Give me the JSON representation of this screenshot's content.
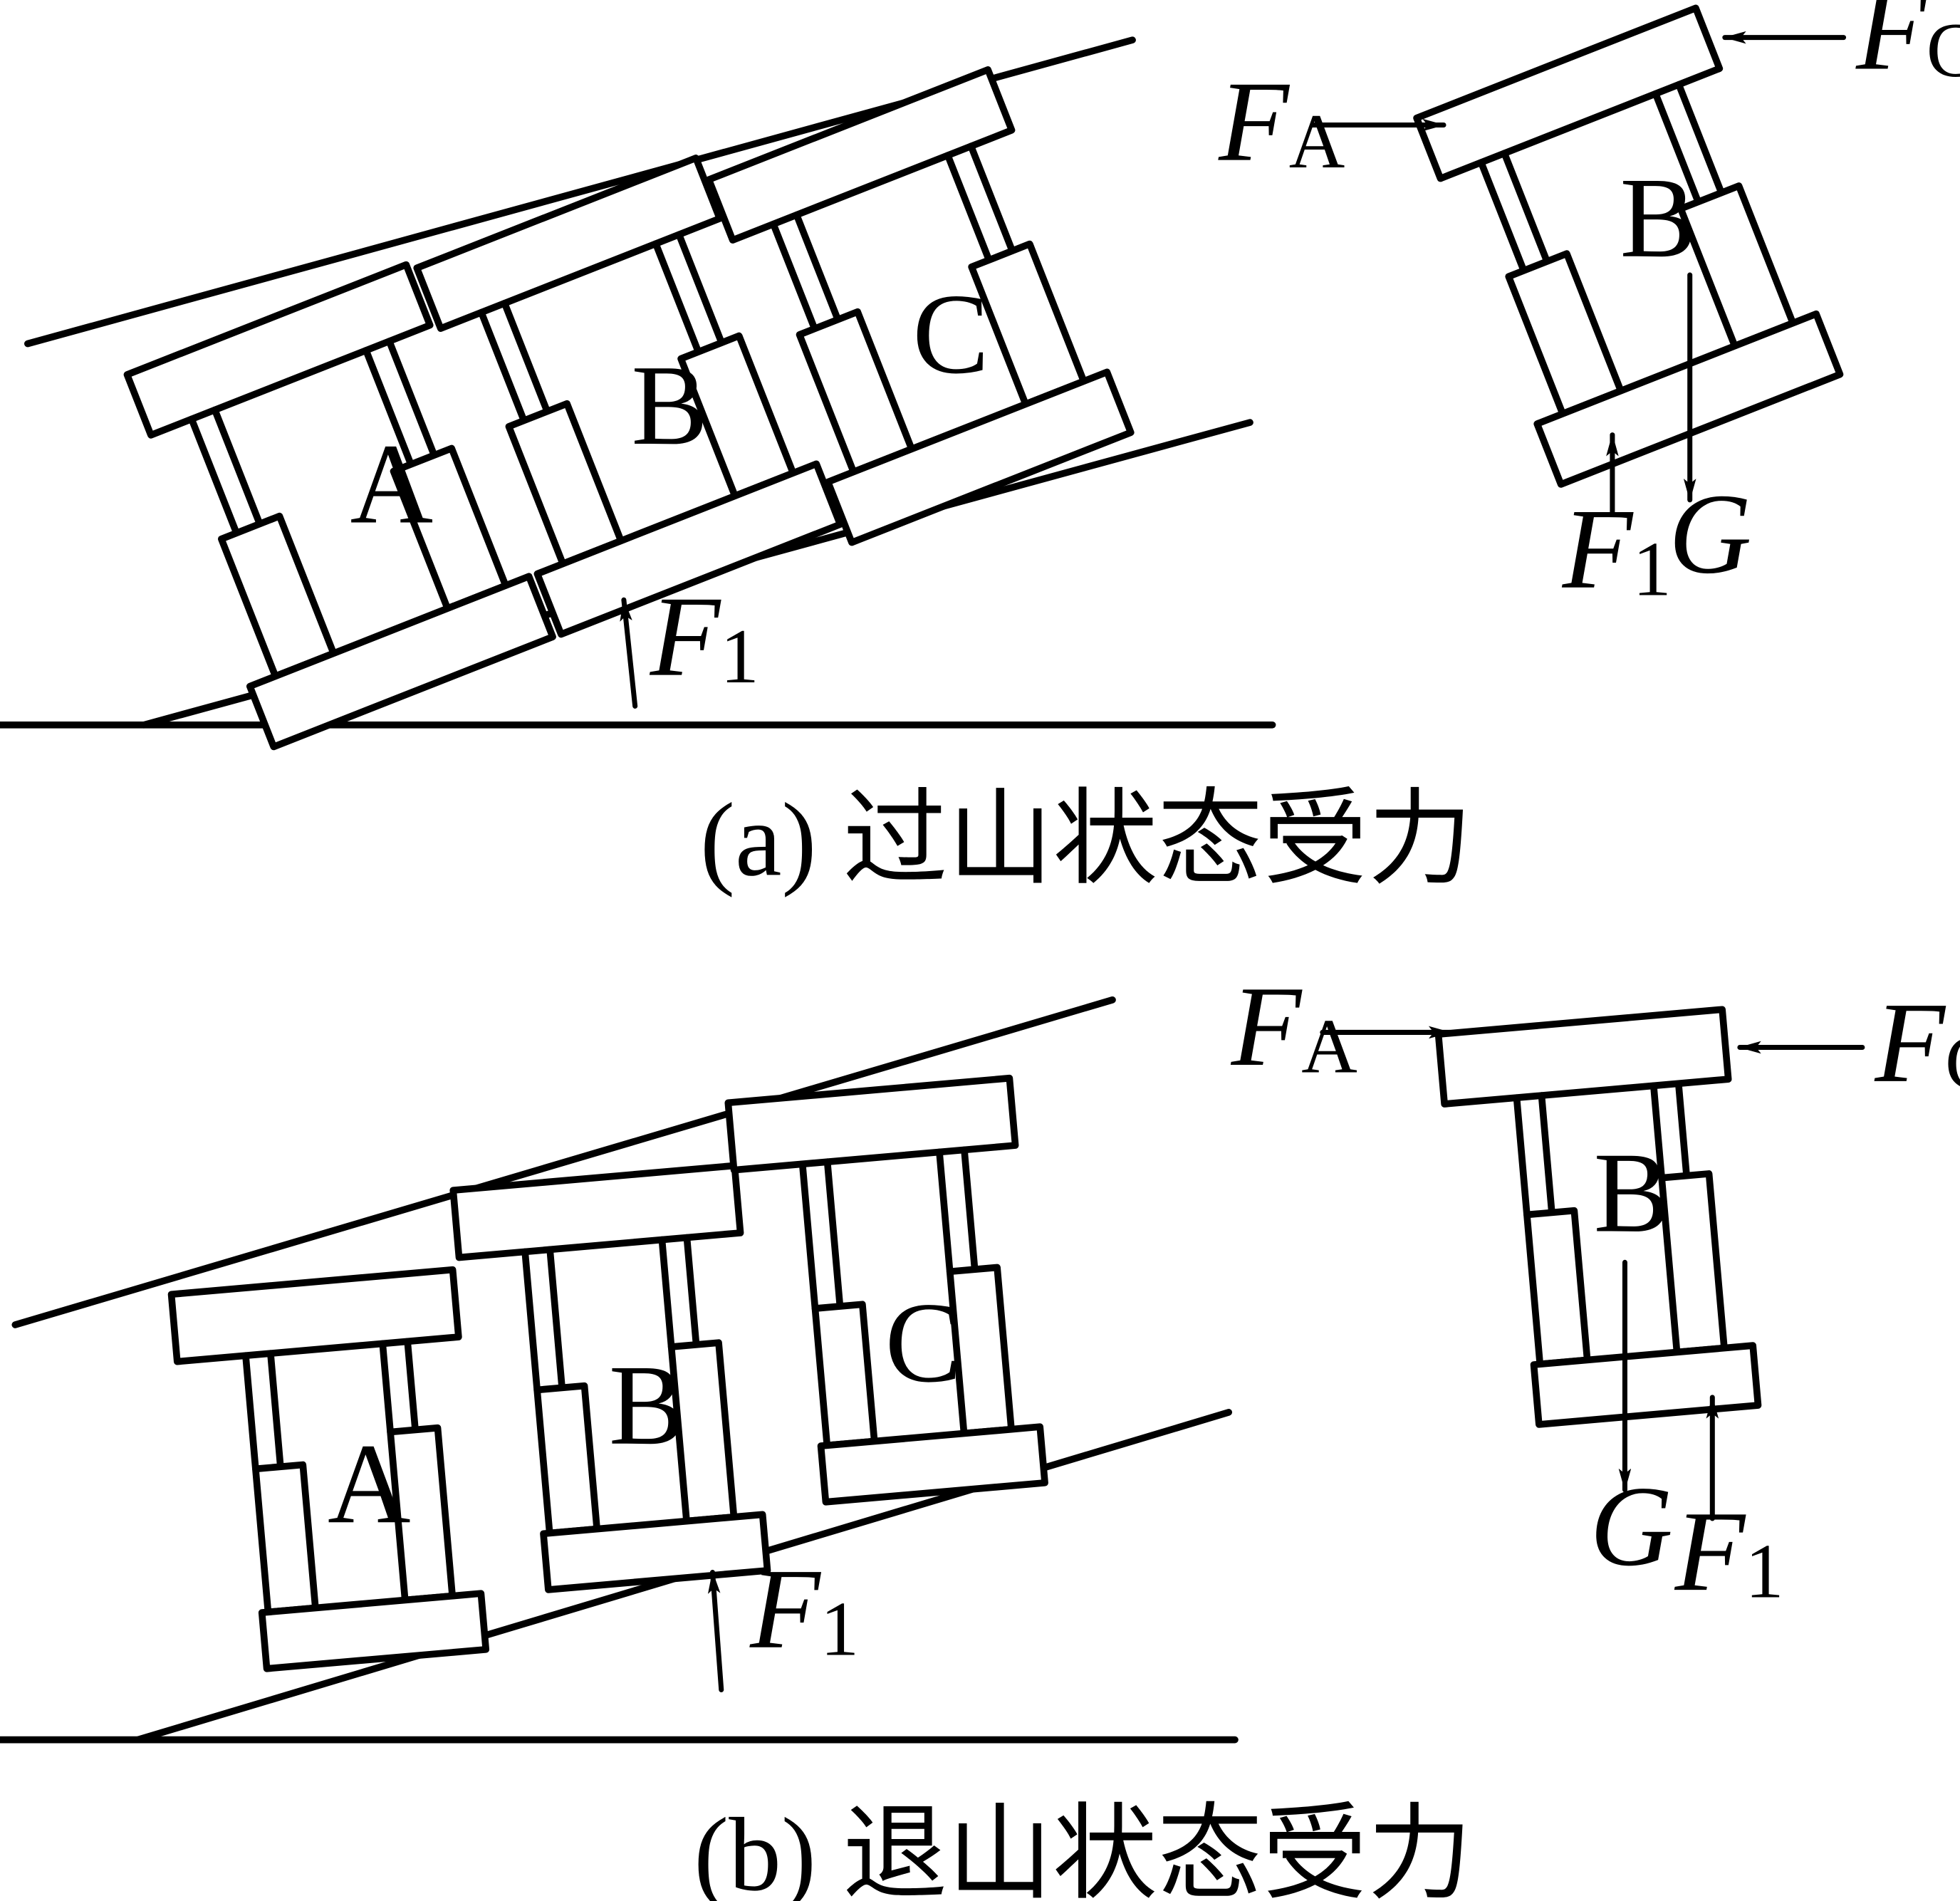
{
  "panel_a": {
    "caption": "(a) 过山状态受力",
    "support_labels": [
      "A",
      "B",
      "C"
    ],
    "detail_label": "B",
    "forces": {
      "f1_main": {
        "sym": "F",
        "sub": "1"
      },
      "f1_detail": {
        "sym": "F",
        "sub": "1"
      },
      "fa": {
        "sym": "F",
        "sub": "A"
      },
      "fc": {
        "sym": "F",
        "sub": "C"
      },
      "g": {
        "sym": "G"
      }
    }
  },
  "panel_b": {
    "caption": "(b) 退山状态受力",
    "support_labels": [
      "A",
      "B",
      "C"
    ],
    "detail_label": "B",
    "forces": {
      "f1_main": {
        "sym": "F",
        "sub": "1"
      },
      "f1_detail": {
        "sym": "F",
        "sub": "1"
      },
      "fa": {
        "sym": "F",
        "sub": "A"
      },
      "fc": {
        "sym": "F",
        "sub": "C"
      },
      "g": {
        "sym": "G"
      }
    }
  }
}
